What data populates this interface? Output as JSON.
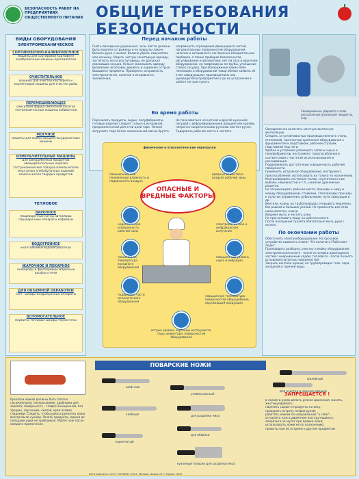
{
  "header": {
    "org_text": "БЕЗОПАСНОСТЬ РАБОТ НА ПРЕДПРИЯТИЯХ ОБЩЕСТВЕННОГО ПИТАНИЯ",
    "title": "ОБЩИЕ ТРЕБОВАНИЯ БЕЗОПАСНОСТИ"
  },
  "left": {
    "heading": "ВИДЫ ОБОРУДОВАНИЯ",
    "subheading": "ЭЛЕКТРОМЕХАНИЧЕСКОЕ",
    "items": [
      {
        "title": "СОРТИРОВОЧНО-КАЛИБРОВОЧНОЕ",
        "text": "машины для сортировки картофеля калибровочные машины просеиватели"
      },
      {
        "title": "ОЧИСТИТЕЛЬНОЕ",
        "text": "машины для очистки картофеля и корнеплодов машины для очистки рыбы"
      },
      {
        "title": "ПЕРЕМЕШИВАЮЩЕЕ",
        "text": "смесители фарша смесители салатов тестомесительные машины взбиватели"
      },
      {
        "title": "МОЕЧНОЕ",
        "text": "машины для мойки овощей посудомоечные машины"
      },
      {
        "title": "ИЗМЕЛЬЧИТЕЛЬНЫЕ МАШИНЫ",
        "text": "для замороженных продуктов овощерезательные нарезка гастрономических товаров измельчители мяса резка хлебобулочных изделий измельчители твердых продуктов"
      }
    ],
    "subheading2": "ТЕПЛОВОЕ",
    "items2": [
      {
        "title": "ВАРОЧНОЕ",
        "text": "пищеварочные котлы автоклавы пароварочные аппараты кофеваки"
      },
      {
        "title": "ВОДОГРЕЙНОЕ",
        "text": "кипятильники водонагреватели"
      },
      {
        "title": "ЖАРОЧНОЕ И ПЕКАРНОЕ",
        "text": "сковороды и фритюрницы жарочные шкафы и печи"
      },
      {
        "title": "ДЛЯ ОБЪЕМНОЙ ОБРАБОТКИ",
        "text": "СВЧ - шкафы инфракрасные аппараты"
      },
      {
        "title": "ВСПОМОГАТЕЛЬНОЕ",
        "text": "мармиты тепловые шкафы термостаты"
      }
    ]
  },
  "center": {
    "before_title": "Перед началом работы",
    "before_left": "Снять ювелирные украшения, часы. Ногти должны быть коротко острижены и не покрыты лаком. Вымыть руки с мылом. Волосы убрать под колпак или косынку. Надеть чистую санитарную одежду, застегнуть ее на все пуговицы, не допуская свисающих концов. Нельзя закалывать одежду булавками, иголками, держать в карманах острые, бьющиеся предметы. Проверить: исправность электропитания, наличие и исправность заземления;",
    "before_right": "исправность ограждения движущихся частей, нагревательных поверхностей оборудования; наличие и исправность контрольно-измерительных приборов, а также приборов безопасности, регулирования и автоматики; нет ли газа в варочном оборудовании, не повреждены ли трубы, утолщение стенок сосудов. При обнаружении каких-либо неполадок в оборудовании товар обязан заявить об этом заведующему производством или руководителю предприятия и до их устранения к работе не приступать",
    "during_title": "Во время работы",
    "during_left": "Переносить продукты, сырье, полуфабрикаты, готовые изделия следует только в исправной, предназначенной для этой цели таре. Нельзя загружать таре более номинальной массы брутто.",
    "during_right": "Не пользоваться нагнетной и другой кухонной посудой с деформированными днищем или краями, непрочно закрепленными ручками или без ручек. Содержать рабочее место в чистоте.",
    "diagram_top": "физические и психологические перегрузки",
    "diagram_title": "ОПАСНЫЕ И ВРЕДНЫЕ ФАКТОРЫ",
    "hazards": [
      "повышенные или пониженные влажность и подвижность воздуха",
      "вредные вещества в воздухе рабочей зоны",
      "недостаточная освещенность рабочей зоны",
      "электромагнитное и инфракрасное излучение",
      "пониженная температура холодного оборудования",
      "повышенный уровень шума и вибрации",
      "подвижные части механического оборудования",
      "повышенная температура поверхностей оборудования, окружающей продукции",
      "острые кромки, заусенцы инструмента, тары, инвентаря, поверхностей оборудования"
    ]
  },
  "right": {
    "picture_caption": "Своевременно убирайте с пола рассыпанные (разлитые) продукты, жир",
    "items": [
      "Своевременно включать местную вытяжную вентиляцию.",
      "Следить за устойчивостью производственного стола, стеллажей, прочностью крепления оборудования к фундаментам и подставкам, рабочим стульям, подставкам под ноги.",
      "Удобно и устойчиво размещать запасы сырья и полуфабрикатов, инструмент, приспособления в соответствии с частотой их использования и расходования.",
      "Поддерживать достаточную освещенность рабочей поверхности.",
      "Применять исправное оборудование, инструмент, приспособления; использовать их только по назначению.",
      "Контролировать состояние полов, спустители в них выбоин, неровностей и т.п., наличие дренажных решеток.",
      "Не загромождать рабочее место, проходы к нему и между оборудованием, стойками, стеллажами; проходы к пультам управления, рубильникам, пути эвакуации и др.",
      "Вентили, краны на трубопроводах открывать медленно, без рывков и больших усилий. Не применять для этой цели молотки, ключи.",
      "Вовремя мыть и чистить руки.",
      "Не проглатывать пищу на рабочем месте.",
      "После посещения туалета обязательно мыть руки с мылом."
    ],
    "after_title": "По окончании работы",
    "after_items": [
      "Обесточить электрооборудование. На пусковое устройство вывесить плакат \"Не включать! Работают люди\".",
      "Производить разборку, очистку и мойку оборудования: электромеханического - после остановки движущихся частей с инерционным ходом; теплового - после полного остывания нагретых поверхностей.",
      "Закрыть вентили (краны) на трубопроводах газа, пара, холодной и горячей воды."
    ]
  },
  "bottom": {
    "title": "ПОВАРСКИЕ НОЖИ",
    "left_text": "Рукоятки ножей должны быть плотно насаженными, нескользкими, удобными для захвата; поверхность - гладко зачищенной, без трещин, заусенцев, сколов, края лезвия гладкими. Следить, чтобы руки и рукоятка ножа всегда были сухими. Резать продукты, держа их пальцами руки не приближая. Мойте нож после каждого применения.",
    "knives": [
      "шеф-нож",
      "универсальный",
      "филейный",
      "для очистки и нарезки овощей",
      "хлебный",
      "для разделки мяса",
      "для обвалки",
      "коренчатый",
      "кухонный топорик для разделки мяса"
    ],
    "warning_title": "ЗАПРЕЩАЕТСЯ !",
    "warnings": [
      "в ножом в руках делать резкие движения, махать, жестикулировать;",
      "нарезать сырые и продукты на весу;",
      "проверять остроту лезвия рукой;",
      "работать ножом по направлению \"к себе\";",
      "оставлять нож в движение или крутящимся;",
      "опираться на мусат при правке ножа;",
      "использовать ножи не по назначению;",
      "править нож об острием к другим предметам"
    ]
  },
  "footer": {
    "text": "Изготовитель: ООО \"ОХРАНА\" 2013, Москва. Заказ 077. Тираж 1000"
  }
}
